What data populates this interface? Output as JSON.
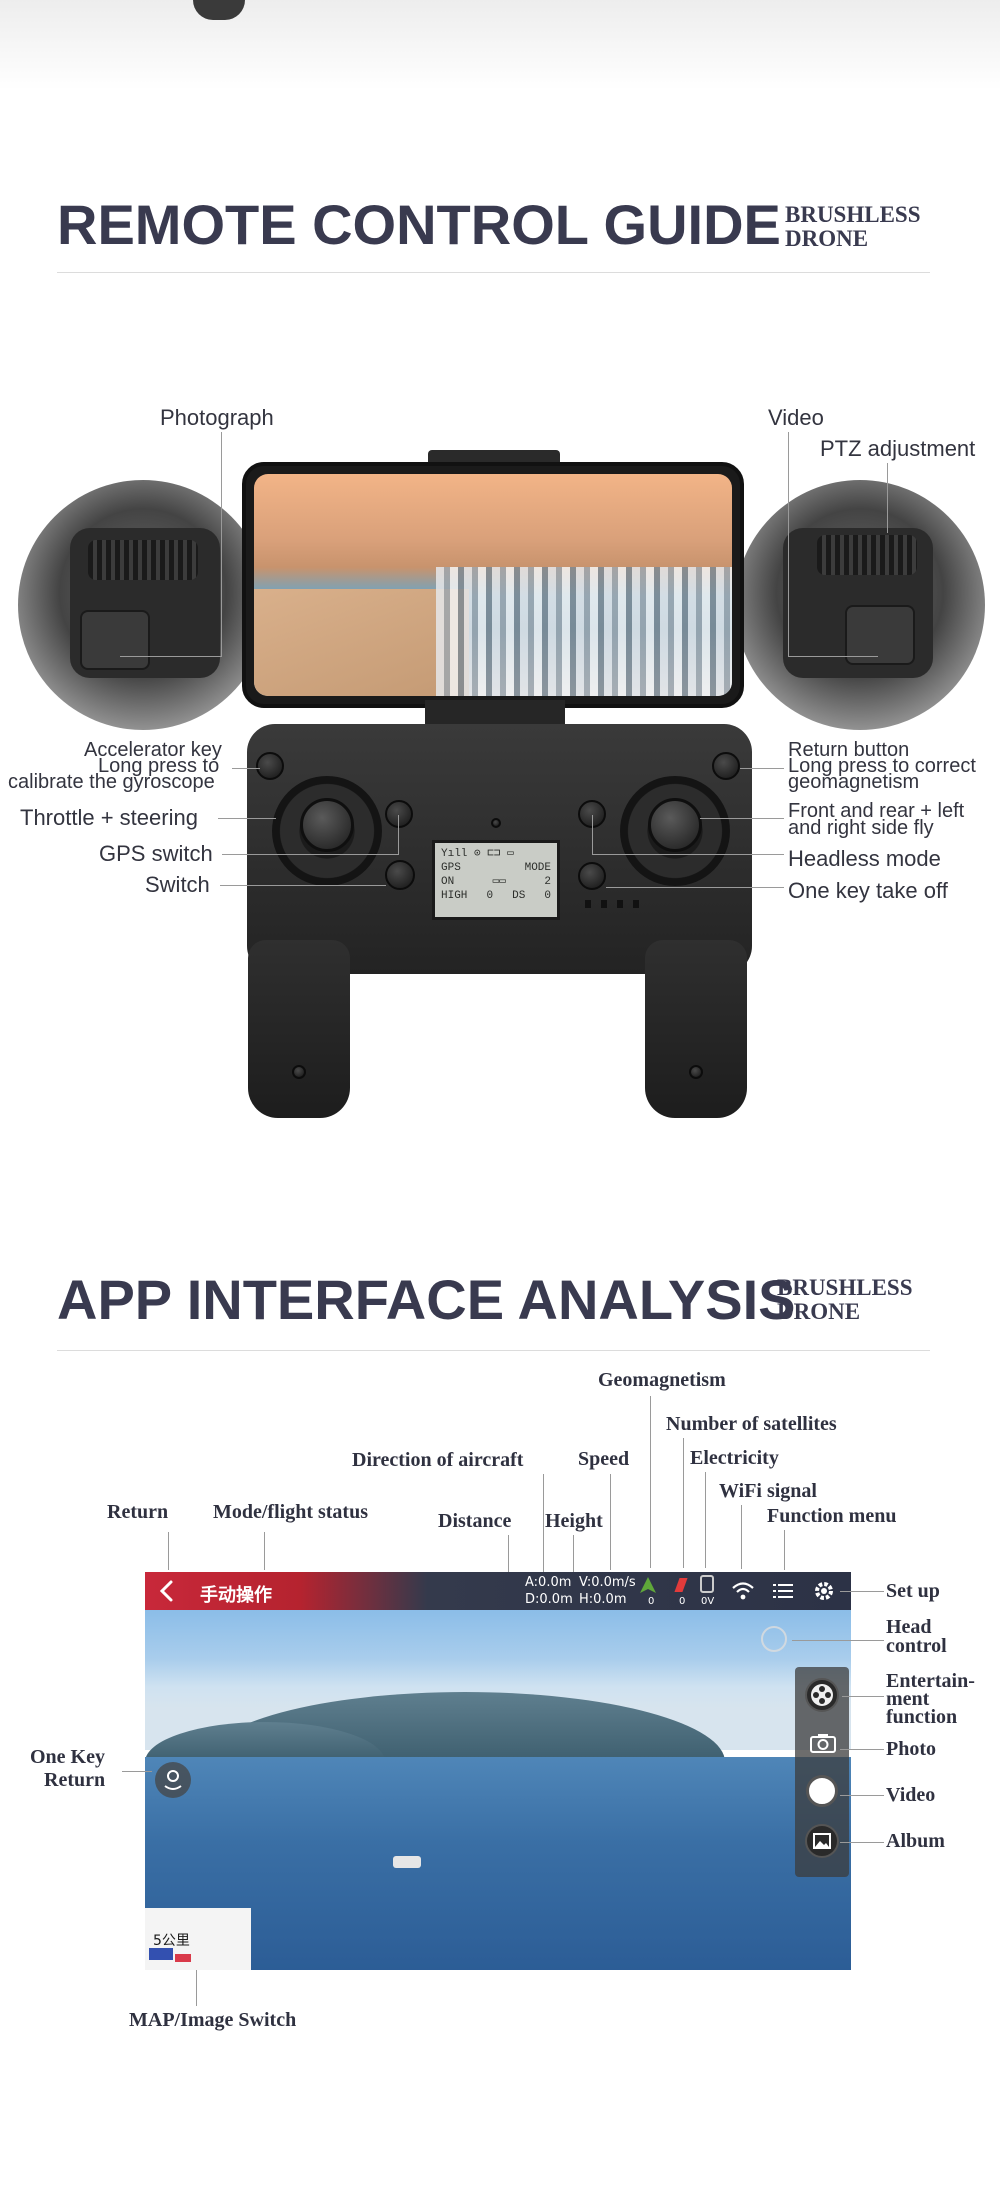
{
  "section1": {
    "title": "REMOTE CONTROL GUIDE",
    "subtitle_line1": "BRUSHLESS",
    "subtitle_line2": "DRONE"
  },
  "remote_labels": {
    "photograph": "Photograph",
    "video": "Video",
    "ptz": "PTZ adjustment",
    "accelerator": "Accelerator key",
    "gyro_line1": "Long press to",
    "gyro_line2": "calibrate the gyroscope",
    "throttle": "Throttle + steering",
    "gps": "GPS switch",
    "switch": "Switch",
    "return_button": "Return button",
    "geomag_line1": "Long press to correct",
    "geomag_line2": "geomagnetism",
    "front_line1": "Front and rear + left",
    "front_line2": "and right side fly",
    "headless": "Headless mode",
    "takeoff": "One key take off"
  },
  "lcd": {
    "row1": "Yıll  ⊙  ⊏⊐  ▭",
    "gps": "GPS",
    "mode": "MODE",
    "on": "ON",
    "mid": "▭▭",
    "num": "2",
    "high": "HIGH",
    "zero1": "0",
    "ds": "DS",
    "zero2": "0"
  },
  "section2": {
    "title": "APP INTERFACE ANALYSIS",
    "subtitle_line1": "BRUSHLESS",
    "subtitle_line2": "DRONE"
  },
  "app_labels": {
    "geomagnetism": "Geomagnetism",
    "satellites": "Number of satellites",
    "direction": "Direction of aircraft",
    "speed": "Speed",
    "electricity": "Electricity",
    "wifi": "WiFi signal",
    "return": "Return",
    "mode_status": "Mode/flight status",
    "distance": "Distance",
    "height": "Height",
    "function_menu": "Function menu",
    "setup": "Set up",
    "head_line1": "Head",
    "head_line2": "control",
    "ent_line1": "Entertain-",
    "ent_line2": "ment",
    "ent_line3": "function",
    "photo": "Photo",
    "video": "Video",
    "album": "Album",
    "onekey_line1": "One Key",
    "onekey_line2": "Return",
    "map_switch": "MAP/Image Switch"
  },
  "app_screen": {
    "title": "手动操作",
    "a": "A:0.0m",
    "d": "D:0.0m",
    "v": "V:0.0m/s",
    "h": "H:0.0m",
    "sat1": "0",
    "sat2": "0",
    "batt": "0V",
    "map_text": "5公里"
  }
}
